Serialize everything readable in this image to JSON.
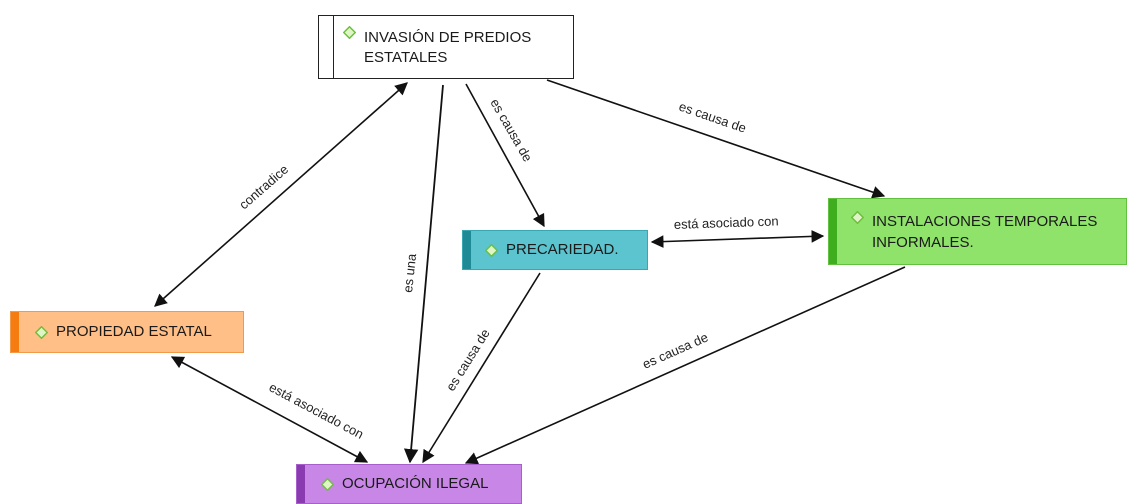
{
  "nodes": {
    "invasion": {
      "label": "INVASIÓN DE PREDIOS\nESTATALES"
    },
    "precariedad": {
      "label": "PRECARIEDAD."
    },
    "instalaciones": {
      "label": "INSTALACIONES TEMPORALES\nINFORMALES."
    },
    "propiedad": {
      "label": "PROPIEDAD ESTATAL"
    },
    "ocupacion": {
      "label": "OCUPACIÓN ILEGAL"
    }
  },
  "edges": {
    "invasion_precariedad": "es causa de",
    "invasion_instalaciones": "es causa de",
    "invasion_ocupacion": "es una",
    "propiedad_invasion": "contradice",
    "precariedad_instalaciones": "está asociado con",
    "precariedad_ocupacion": "es causa de",
    "instalaciones_ocupacion": "es causa de",
    "propiedad_ocupacion": "está asociado con"
  },
  "colors": {
    "invasion": "#ffffff",
    "precariedad": "#5bc4cf",
    "instalaciones": "#8fe26a",
    "propiedad": "#ffbf86",
    "ocupacion": "#c887e6",
    "diamond_fill": "#dff5c8",
    "diamond_stroke": "#6cbf3c"
  },
  "icons": {
    "node_marker": "diamond-icon"
  }
}
